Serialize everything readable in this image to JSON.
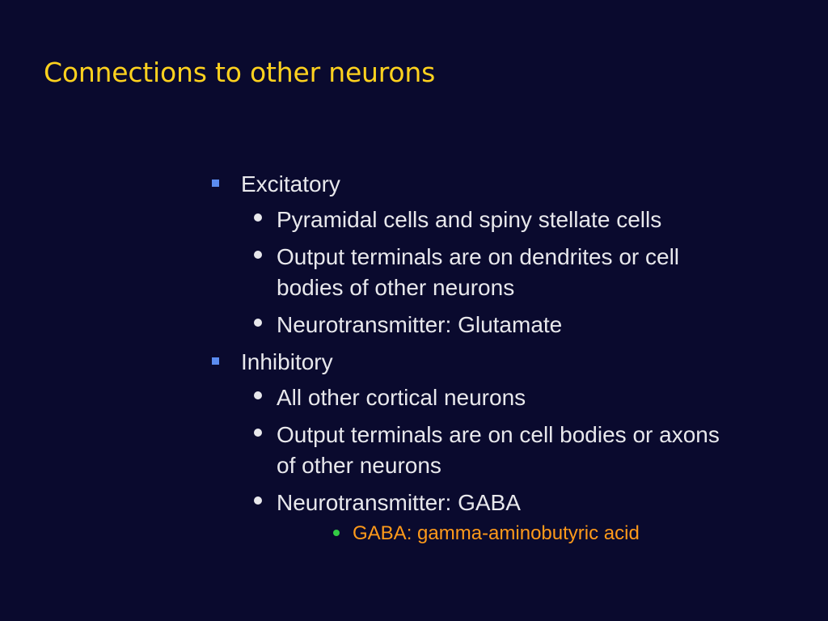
{
  "slide": {
    "title": "Connections to other neurons",
    "sections": [
      {
        "heading": "Excitatory",
        "items": [
          "Pyramidal cells and spiny stellate cells",
          "Output terminals are on dendrites or cell bodies of other neurons",
          "Neurotransmitter: Glutamate"
        ]
      },
      {
        "heading": "Inhibitory",
        "items": [
          "All other cortical neurons",
          "Output terminals are on cell bodies or axons of other neurons",
          "Neurotransmitter: GABA"
        ],
        "note": "GABA: gamma-aminobutyric acid"
      }
    ]
  },
  "colors": {
    "background": "#0a0a2e",
    "title": "#ffd21e",
    "body_text": "#e8e8ec",
    "level1_bullet": "#5b8cf0",
    "level3_bullet": "#33cc44",
    "level3_text": "#ff9a1a"
  }
}
